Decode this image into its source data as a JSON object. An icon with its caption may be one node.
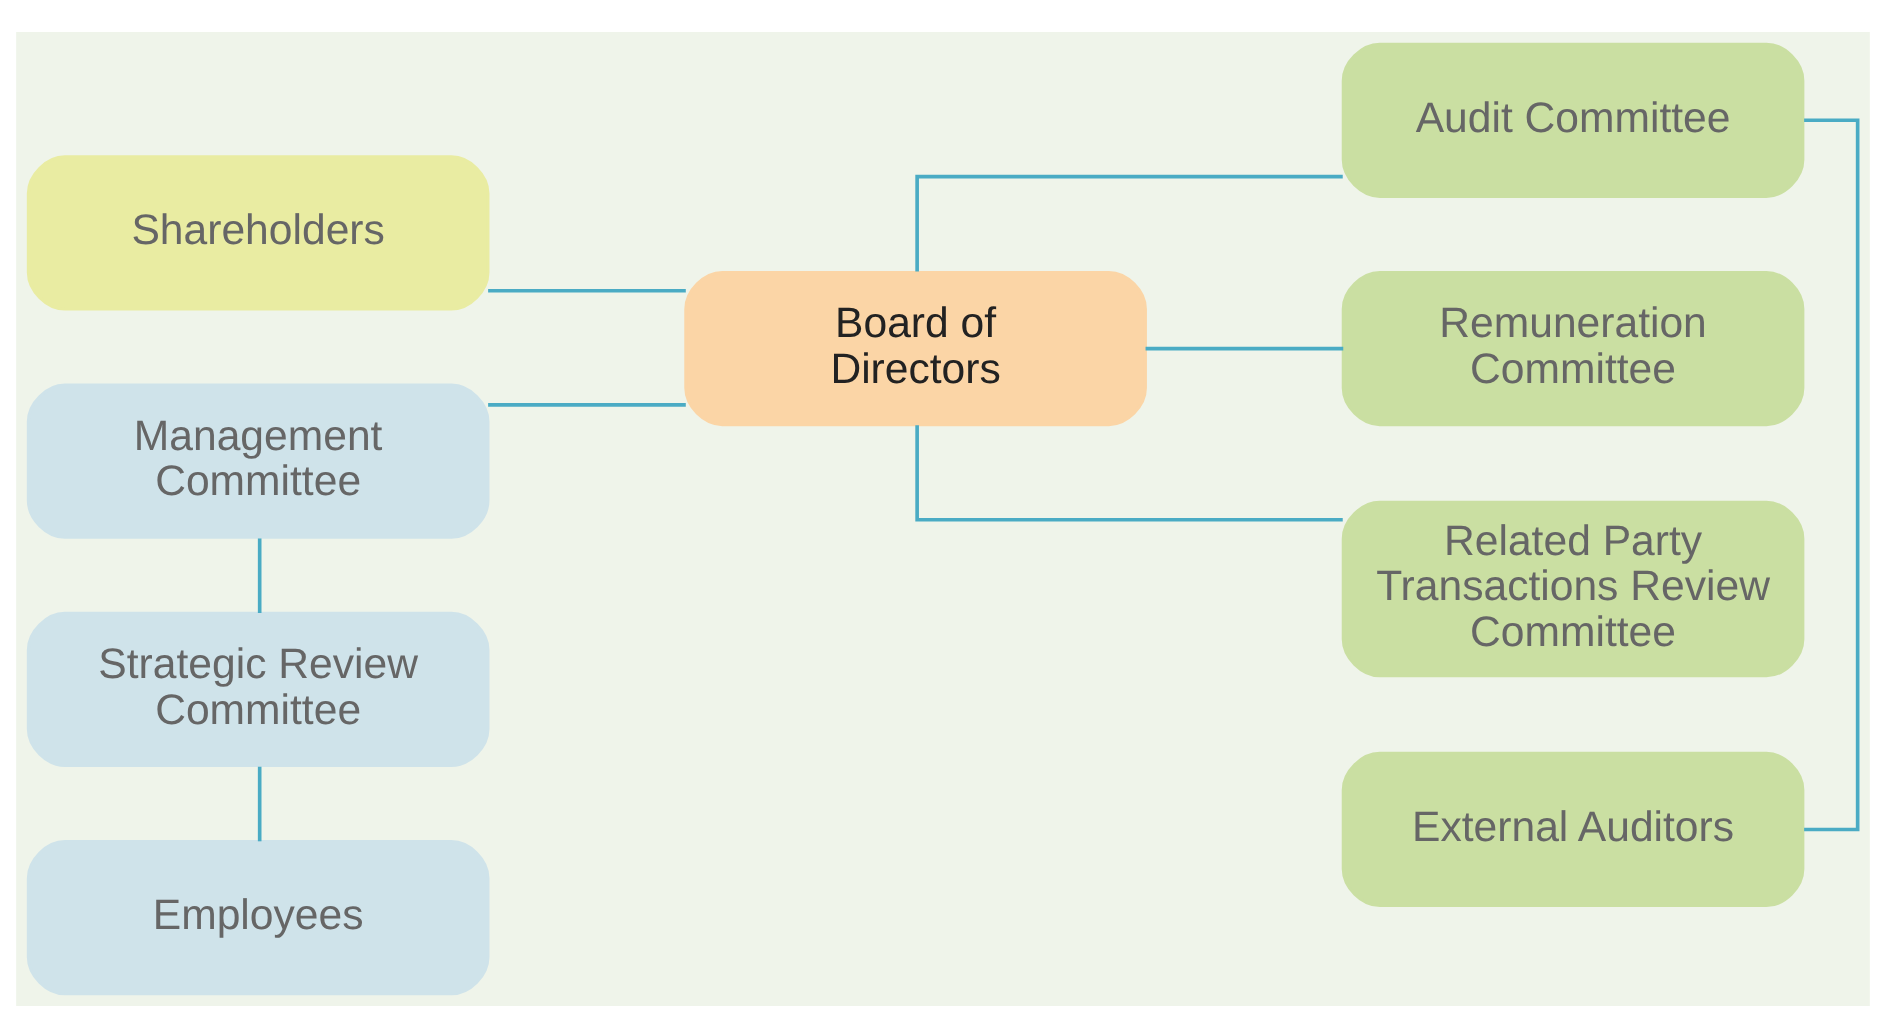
{
  "diagram": {
    "nodes": [
      {
        "text": [
          "Shareholders"
        ]
      },
      {
        "text": [
          "Board of Directors"
        ]
      },
      {
        "text": [
          "Management Committee"
        ]
      },
      {
        "text": [
          "Strategic Review Committee"
        ]
      },
      {
        "text": [
          "Employees"
        ]
      },
      {
        "text": [
          "External Auditors"
        ]
      },
      {
        "text": [
          "Audit Committee"
        ]
      },
      {
        "text": [
          "Remuneration Committee"
        ]
      },
      {
        "text": [
          "Related Party Transactions Review Committee"
        ]
      }
    ],
    "edges": [
      {
        "from": 0,
        "to": 1,
        "arrow": "none"
      },
      {
        "from": 1,
        "to": 2,
        "arrow": "none"
      },
      {
        "from": 2,
        "to": 3,
        "arrow": "none"
      },
      {
        "from": 3,
        "to": 4,
        "arrow": "none"
      },
      {
        "from": 5,
        "to": 6,
        "arrow": "none"
      },
      {
        "from": 1,
        "to": 6,
        "arrow": "none"
      },
      {
        "from": 1,
        "to": 7,
        "arrow": "none"
      },
      {
        "from": 1,
        "to": 8,
        "arrow": "none"
      }
    ]
  }
}
